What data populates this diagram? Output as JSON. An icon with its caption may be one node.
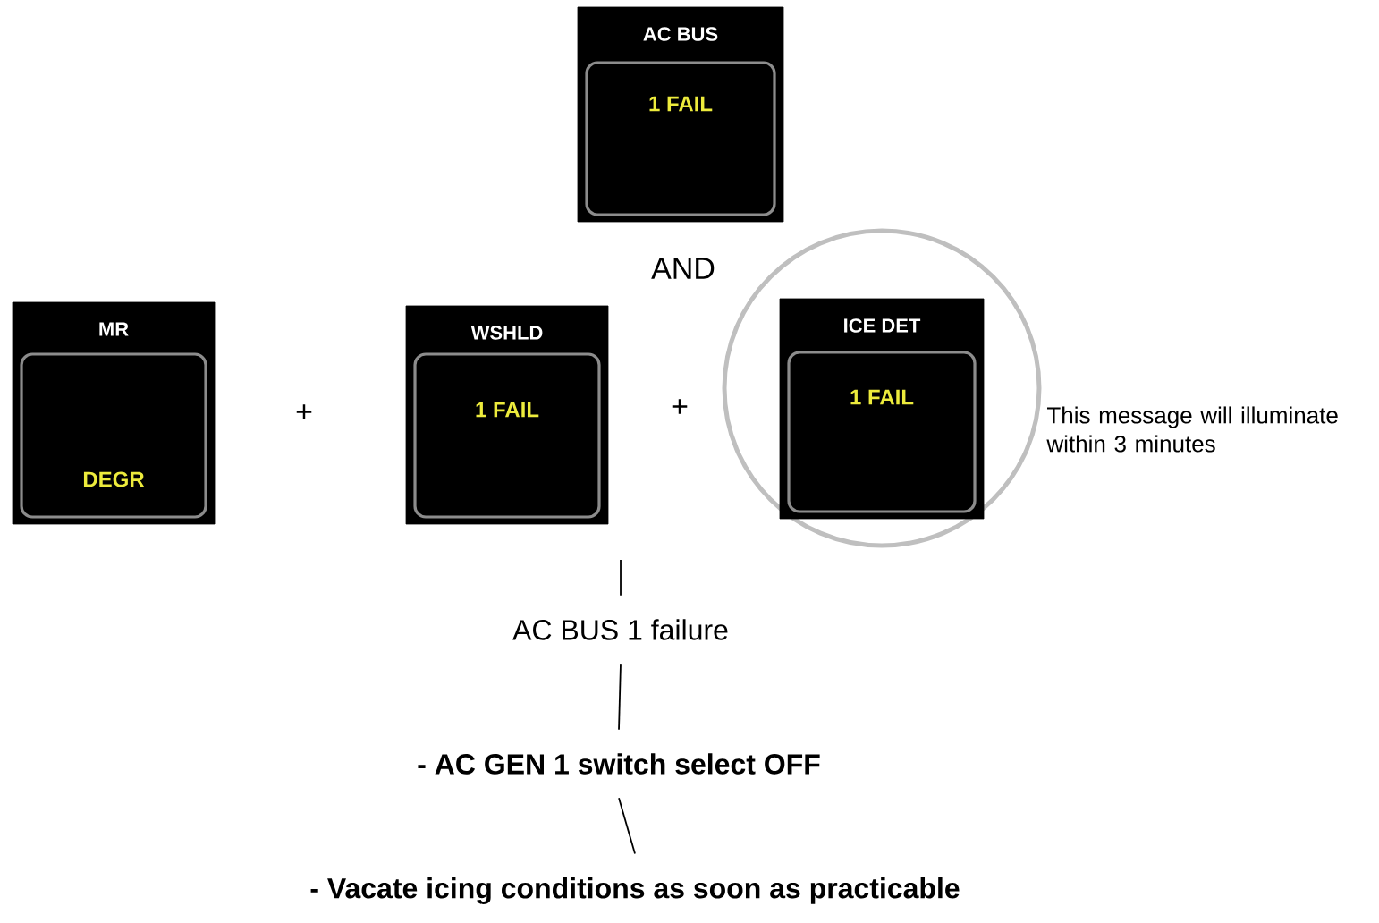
{
  "diagram": {
    "nodes": [
      {
        "text": [
          "AC BUS",
          "1 FAIL"
        ]
      },
      {
        "text": [
          "MR",
          "DEGR"
        ]
      },
      {
        "text": [
          "WSHLD",
          "1 FAIL"
        ]
      },
      {
        "text": [
          "ICE DET",
          "1 FAIL"
        ],
        "beside": [
          "This message will illuminate within 3 minutes"
        ]
      },
      {
        "text": [
          "AC BUS 1 failure"
        ]
      },
      {
        "text": [
          "- AC GEN 1 switch select OFF"
        ]
      },
      {
        "text": [
          "- Vacate icing conditions as soon as practicable"
        ]
      }
    ],
    "edges": [
      {
        "from": null,
        "to": 4,
        "arrow": "none"
      },
      {
        "from": 4,
        "to": 5,
        "arrow": "none"
      },
      {
        "from": 5,
        "to": 6,
        "arrow": "none"
      }
    ],
    "labels": [
      "AND",
      "+",
      "+"
    ]
  }
}
